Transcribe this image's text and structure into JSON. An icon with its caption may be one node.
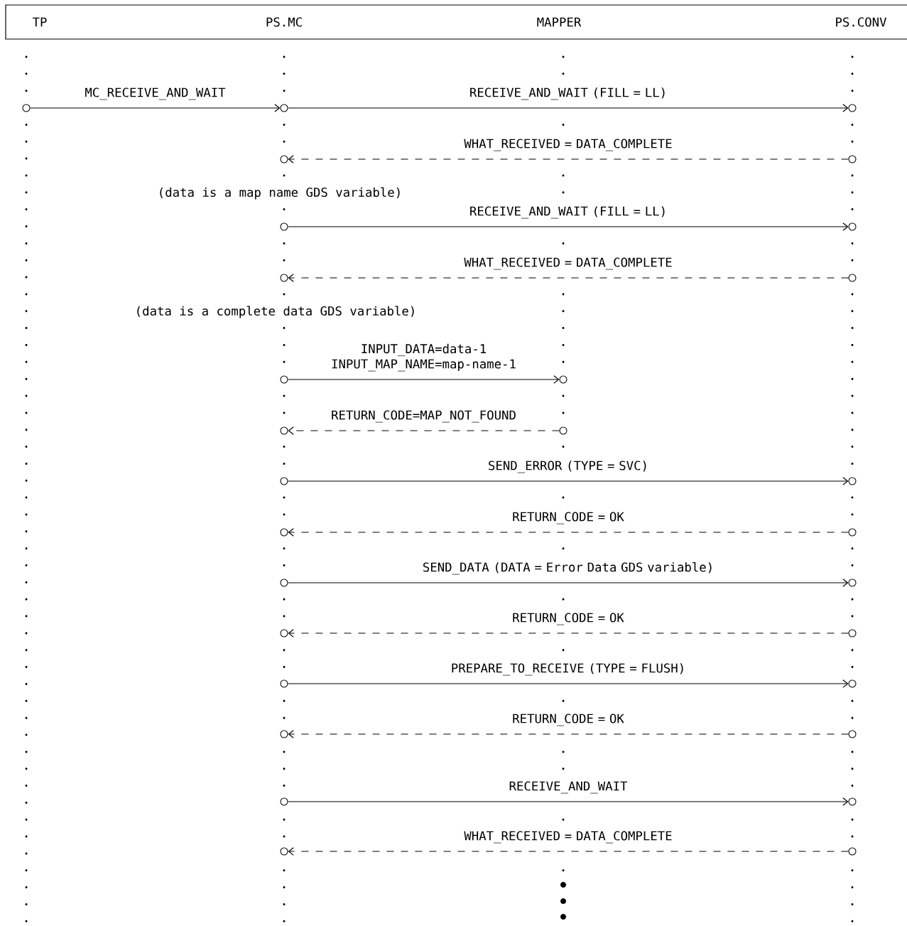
{
  "diagram": {
    "nodes": [
      {
        "text": [
          "TP",
          "PS.MC",
          "MAPPER",
          "PS.CONV"
        ]
      },
      {
        "text": [],
        "shape": "circle"
      },
      {
        "text": [],
        "shape": "circle"
      },
      {
        "text": [],
        "shape": "circle"
      },
      {
        "text": [],
        "shape": "circle"
      },
      {
        "text": [],
        "shape": "circle"
      },
      {
        "text": [],
        "shape": "circle"
      },
      {
        "text": [],
        "shape": "circle"
      },
      {
        "text": [],
        "shape": "circle"
      },
      {
        "text": [],
        "shape": "circle"
      },
      {
        "text": [],
        "shape": "circle"
      },
      {
        "text": [],
        "shape": "circle"
      },
      {
        "text": [],
        "shape": "circle"
      },
      {
        "text": [],
        "shape": "circle"
      },
      {
        "text": [],
        "shape": "circle"
      },
      {
        "text": [],
        "shape": "circle"
      },
      {
        "text": [],
        "shape": "circle"
      },
      {
        "text": [],
        "shape": "circle"
      },
      {
        "text": [],
        "shape": "circle"
      },
      {
        "text": [],
        "shape": "circle"
      },
      {
        "text": [],
        "shape": "circle"
      },
      {
        "text": [],
        "shape": "circle"
      },
      {
        "text": [],
        "shape": "circle"
      },
      {
        "text": [],
        "shape": "circle"
      },
      {
        "text": [],
        "shape": "circle"
      },
      {
        "text": [],
        "shape": "circle"
      },
      {
        "text": [],
        "shape": "circle"
      },
      {
        "text": [],
        "shape": "circle"
      },
      {
        "text": [],
        "shape": "circle"
      },
      {
        "text": [],
        "shape": "circle"
      }
    ],
    "edges": [
      {
        "from": 1,
        "to": 2,
        "arrow": "to",
        "label": "MC_RECEIVE_AND_WAIT"
      },
      {
        "from": 2,
        "to": 3,
        "arrow": "to",
        "label": "RECEIVE_AND_WAIT (FILL = LL)"
      },
      {
        "from": 5,
        "to": 4,
        "arrow": "to",
        "label": "WHAT_RECEIVED = DATA_COMPLETE",
        "style": "dashed"
      },
      {
        "from": 6,
        "to": 7,
        "arrow": "to",
        "label": "RECEIVE_AND_WAIT (FILL = LL)"
      },
      {
        "from": 9,
        "to": 8,
        "arrow": "to",
        "label": "WHAT_RECEIVED = DATA_COMPLETE",
        "style": "dashed"
      },
      {
        "from": 10,
        "to": 11,
        "arrow": "to",
        "label": "INPUT_DATA=data-1 INPUT_MAP_NAME=map-name-1"
      },
      {
        "from": 13,
        "to": 12,
        "arrow": "to",
        "label": "RETURN_CODE=MAP_NOT_FOUND",
        "style": "dashed"
      },
      {
        "from": 14,
        "to": 15,
        "arrow": "to",
        "label": "SEND_ERROR (TYPE = SVC)"
      },
      {
        "from": 17,
        "to": 16,
        "arrow": "to",
        "label": "RETURN_CODE = OK",
        "style": "dashed"
      },
      {
        "from": 18,
        "to": 19,
        "arrow": "to",
        "label": "SEND_DATA (DATA = Error Data GDS variable)"
      },
      {
        "from": 21,
        "to": 20,
        "arrow": "to",
        "label": "RETURN_CODE = OK",
        "style": "dashed"
      },
      {
        "from": 22,
        "to": 23,
        "arrow": "to",
        "label": "PREPARE_TO_RECEIVE (TYPE = FLUSH)"
      },
      {
        "from": 25,
        "to": 24,
        "arrow": "to",
        "label": "RETURN_CODE = OK",
        "style": "dashed"
      },
      {
        "from": 26,
        "to": 27,
        "arrow": "to",
        "label": "RECEIVE_AND_WAIT"
      },
      {
        "from": 29,
        "to": 28,
        "arrow": "to",
        "label": "WHAT_RECEIVED = DATA_COMPLETE",
        "style": "dashed"
      }
    ],
    "labels": [
      "(data is a map name GDS variable)",
      "(data is a complete data GDS variable)"
    ]
  }
}
